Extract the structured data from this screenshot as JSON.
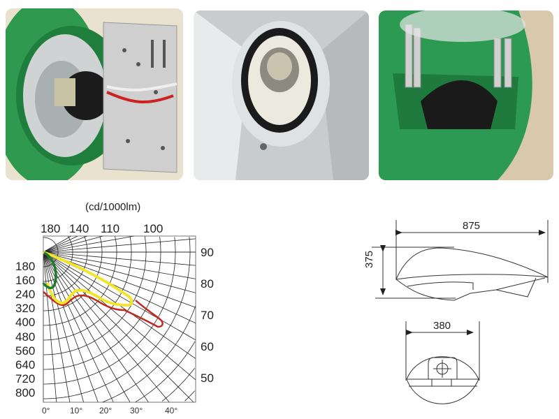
{
  "photos": [
    {
      "name": "lamp-interior-gear-plate"
    },
    {
      "name": "lamp-socket-reflector"
    },
    {
      "name": "lamp-mounting-bracket"
    }
  ],
  "chart_data": {
    "type": "polar",
    "title": "(cd/1000lm)",
    "top_labels": [
      "180",
      "140",
      "110",
      "100"
    ],
    "left_labels": [
      "180",
      "160",
      "240",
      "320",
      "400",
      "480",
      "560",
      "640",
      "720",
      "800"
    ],
    "right_labels": [
      "90",
      "80",
      "70",
      "60",
      "50"
    ],
    "bottom_labels": [
      "0°",
      "10°",
      "20°",
      "30°",
      "40°"
    ],
    "series": [
      {
        "name": "green-curve",
        "color": "#1f7a2e"
      },
      {
        "name": "yellow-curve",
        "color": "#f2e52a"
      },
      {
        "name": "red-curve",
        "color": "#c0291f"
      }
    ]
  },
  "dimensions": {
    "length": "875",
    "height": "375",
    "width": "380"
  }
}
